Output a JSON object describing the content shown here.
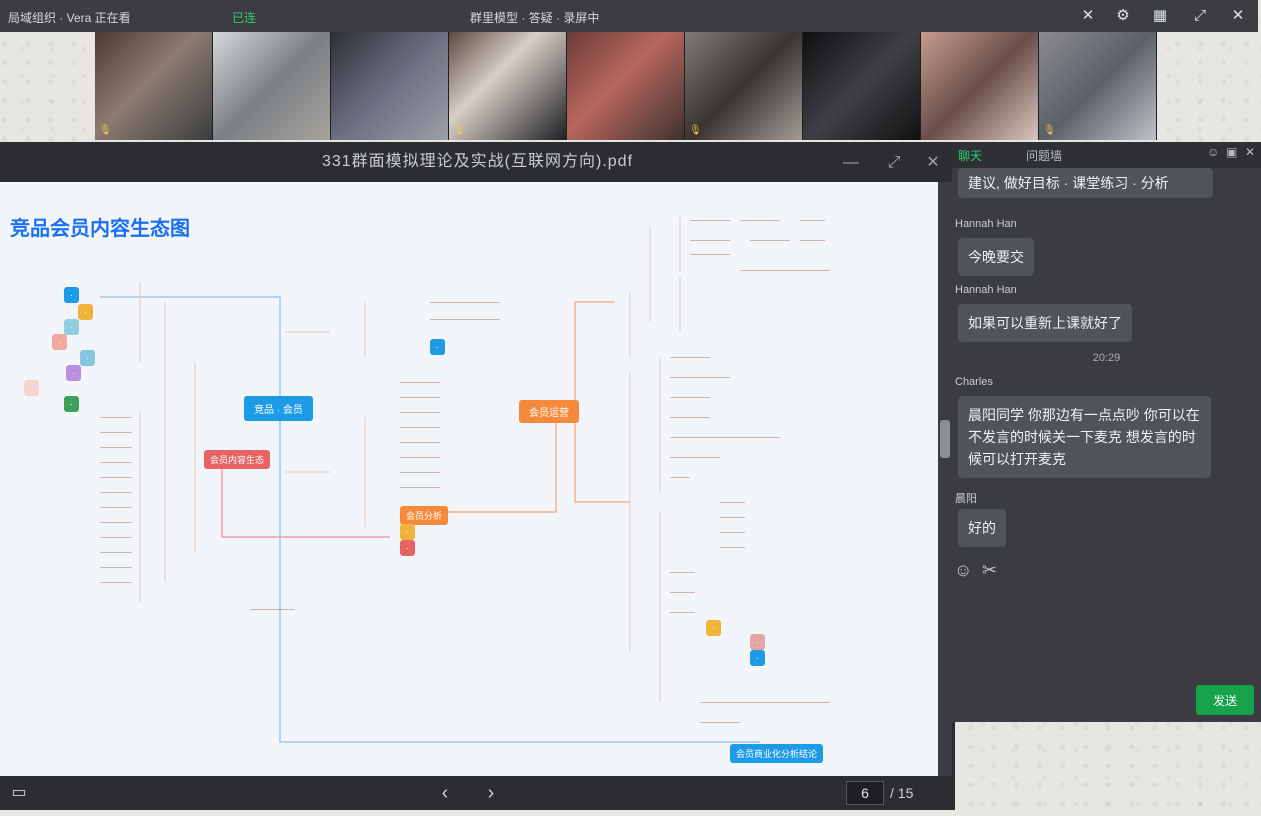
{
  "topbar": {
    "left_text": "局域组织 · Vera 正在看",
    "status_label": "已连",
    "center_text": "群里模型 · 答疑 · 录屏中"
  },
  "video": {
    "participant_count": 9
  },
  "pdf": {
    "title": "331群面模拟理论及实战(互联网方向).pdf",
    "page_heading": "竞品会员内容生态图",
    "page_current": "6",
    "page_total": "/ 15",
    "nav_prev": "‹",
    "nav_next": "›",
    "mindmap": {
      "center": "会员内容生态",
      "branch_left": "竞品 · 会员",
      "branch_right": "会员运营",
      "branch_mid": "会员分析",
      "footer_label": "会员商业化分析结论"
    }
  },
  "chat": {
    "tabs": [
      "聊天",
      "问题墙"
    ],
    "messages": [
      {
        "sender": "",
        "text": "建议, 做好目标 · 课堂练习 · 分析"
      },
      {
        "sender": "Hannah Han",
        "text": "今晚要交"
      },
      {
        "sender": "Hannah Han",
        "text": "如果可以重新上课就好了"
      },
      {
        "time": "20:29"
      },
      {
        "sender": "Charles",
        "text": "晨阳同学 你那边有一点点吵 你可以在不发言的时候关一下麦克 想发言的时候可以打开麦克"
      },
      {
        "sender": "晨阳",
        "text": "好的"
      }
    ],
    "send_label": "发送"
  },
  "colors": {
    "accent_green": "#16a34a",
    "heading_blue": "#1b6ff0",
    "node_orange": "#f58a3c",
    "node_blue": "#1e9be6",
    "node_red": "#e86464"
  }
}
